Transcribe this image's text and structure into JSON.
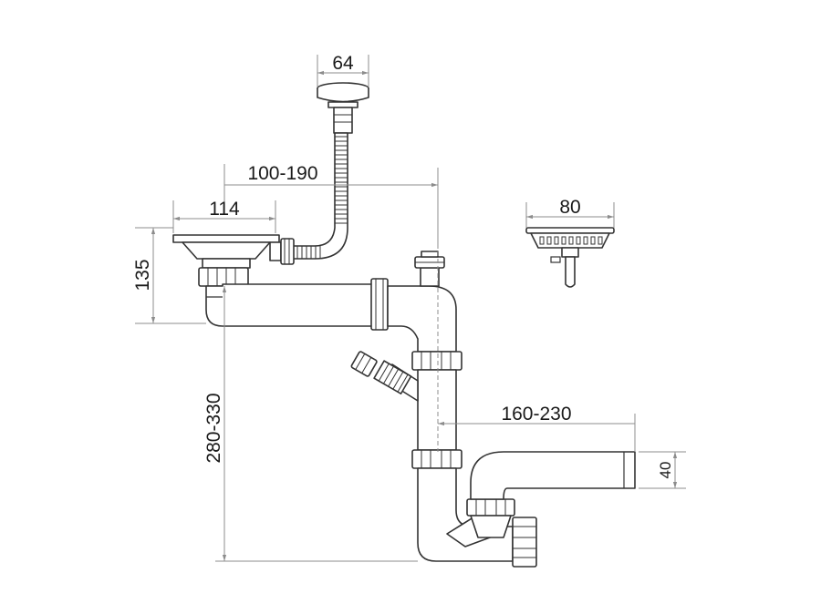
{
  "dimensions": {
    "overflow_diameter": "64",
    "overflow_offset": "100-190",
    "bowl_outlet_diameter": "114",
    "bowl_outlet_height": "135",
    "trap_height": "280-330",
    "strainer_diameter": "80",
    "outlet_offset": "160-230",
    "outlet_diameter": "40"
  }
}
